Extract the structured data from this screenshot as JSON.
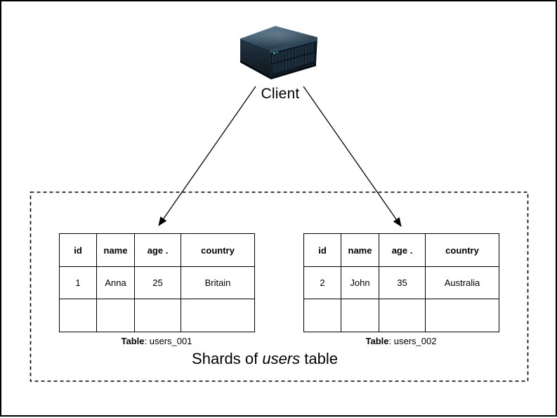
{
  "client": {
    "label": "Client",
    "icon": "server-icon"
  },
  "shard_group": {
    "caption": {
      "prefix": "Shards of ",
      "emphasis": "users",
      "suffix": " table"
    },
    "tables": [
      {
        "caption": {
          "bold": "Table",
          "rest": ": users_001"
        },
        "headers": [
          "id",
          "name",
          "age .",
          "country"
        ],
        "rows": [
          [
            "1",
            "Anna",
            "25",
            "Britain"
          ],
          [
            "",
            "",
            "",
            ""
          ]
        ]
      },
      {
        "caption": {
          "bold": "Table",
          "rest": ": users_002"
        },
        "headers": [
          "id",
          "name",
          "age .",
          "country"
        ],
        "rows": [
          [
            "2",
            "John",
            "35",
            "Australia"
          ],
          [
            "",
            "",
            "",
            ""
          ]
        ]
      }
    ]
  },
  "colors": {
    "line": "#000000",
    "table_border": "#000000",
    "background": "#ffffff",
    "server_top": "#49677e",
    "server_front": "#0b151f",
    "server_left": "#1b2a36",
    "server_led": "#35e0a1"
  }
}
